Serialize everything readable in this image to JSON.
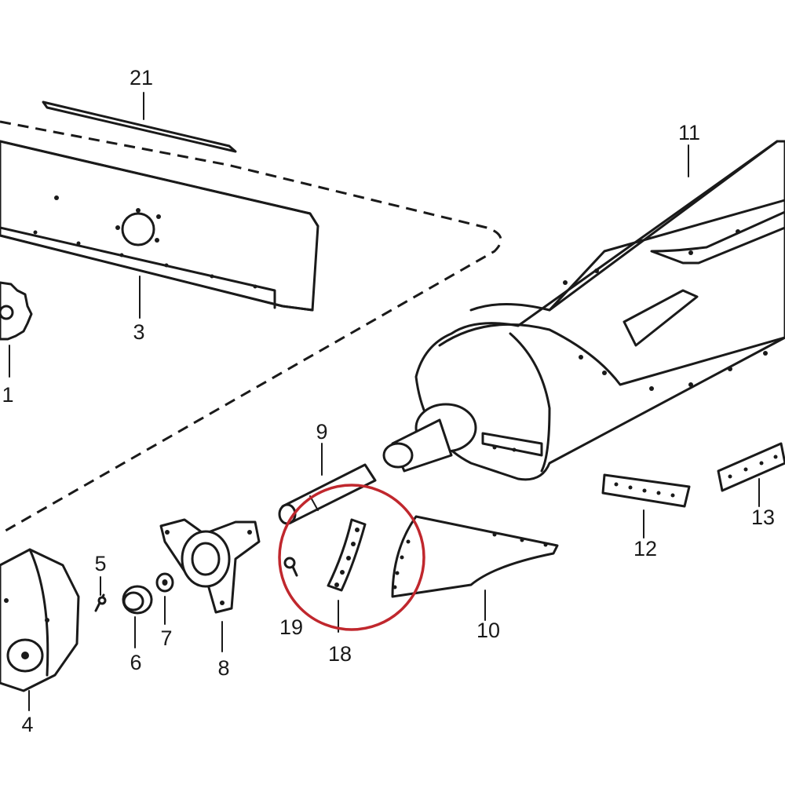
{
  "labels": {
    "p1": "1",
    "p3": "3",
    "p4": "4",
    "p5": "5",
    "p6": "6",
    "p7": "7",
    "p8": "8",
    "p9": "9",
    "p10": "10",
    "p11": "11",
    "p12": "12",
    "p13": "13",
    "p18": "18",
    "p19": "19",
    "p21": "21"
  },
  "highlight": {
    "color": "#c0272d",
    "parts": [
      "18",
      "19"
    ]
  }
}
